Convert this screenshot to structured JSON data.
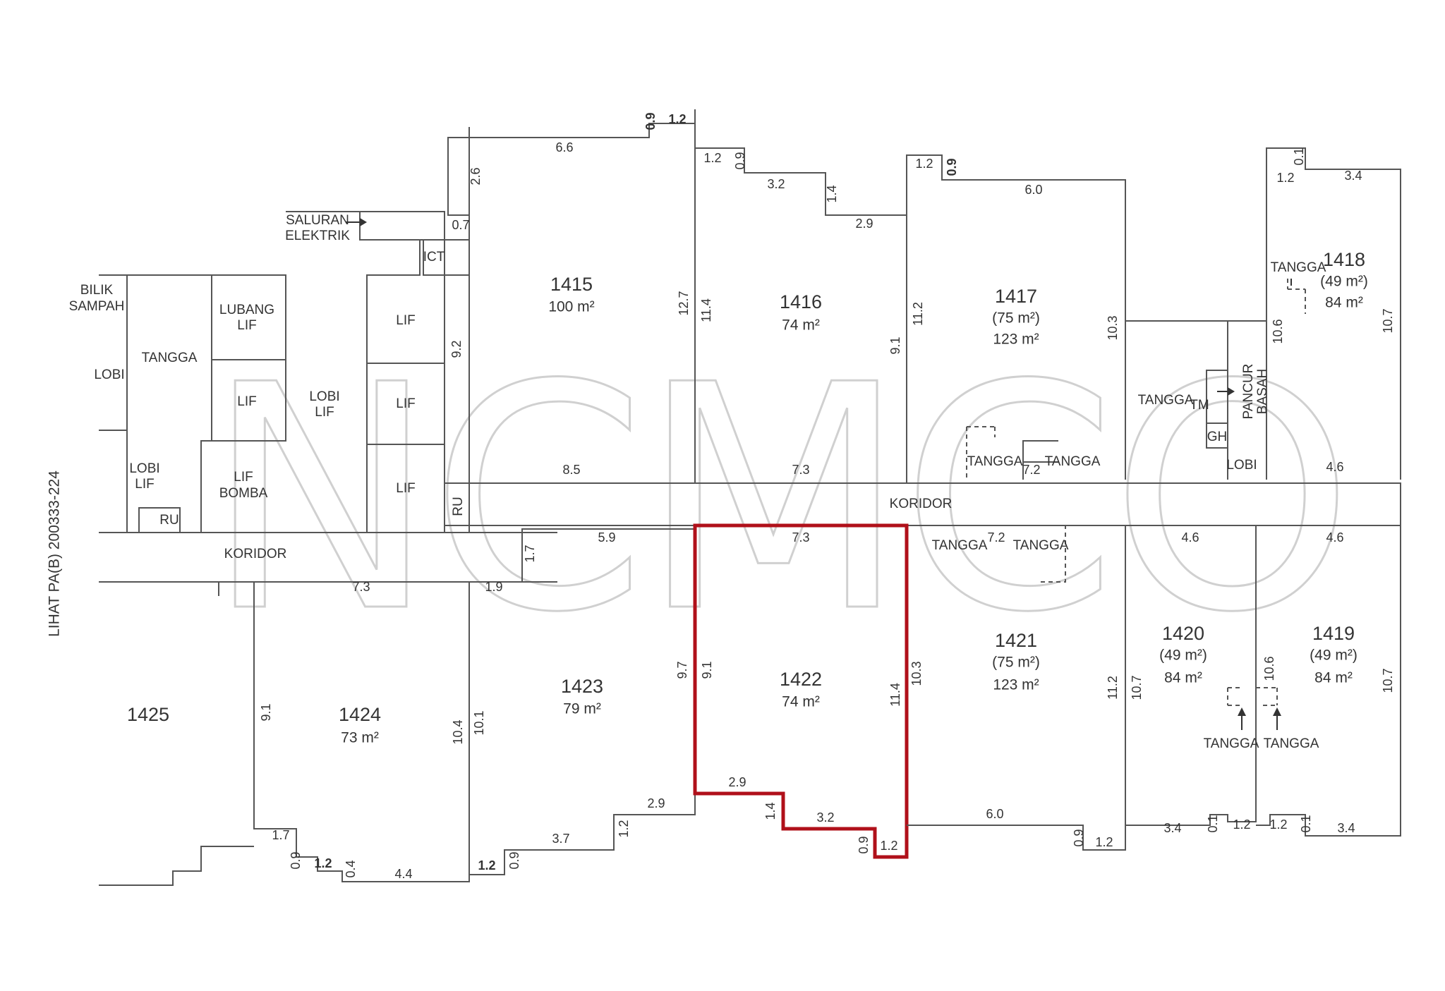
{
  "watermark": "NCMCO",
  "side_note": "LIHAT PA(B) 200333-224",
  "units": [
    {
      "id": "1415",
      "area": "100 m²"
    },
    {
      "id": "1416",
      "area": "74 m²"
    },
    {
      "id": "1417",
      "area_in": "(75 m²)",
      "area": "123 m²"
    },
    {
      "id": "1418",
      "area_in": "(49 m²)",
      "area": "84 m²"
    },
    {
      "id": "1419",
      "area_in": "(49 m²)",
      "area": "84 m²"
    },
    {
      "id": "1420",
      "area_in": "(49 m²)",
      "area": "84 m²"
    },
    {
      "id": "1421",
      "area_in": "(75 m²)",
      "area": "123 m²"
    },
    {
      "id": "1422",
      "area": "74 m²"
    },
    {
      "id": "1423",
      "area": "79 m²"
    },
    {
      "id": "1424",
      "area": "73 m²"
    },
    {
      "id": "1425"
    }
  ],
  "labels": {
    "bilik_sampah": [
      "BILIK",
      "SAMPAH"
    ],
    "lobi": "LOBI",
    "tangga": "TANGGA",
    "lubang_lif": [
      "LUBANG",
      "LIF"
    ],
    "lif": "LIF",
    "lobi_lif": [
      "LOBI",
      "LIF"
    ],
    "lif_bomba": [
      "LIF",
      "BOMBA"
    ],
    "ru": "RU",
    "koridor": "KORIDOR",
    "saluran_elektrik": [
      "SALURAN",
      "ELEKTRIK"
    ],
    "ict": "ICT",
    "pancur_basah": [
      "PANCUR",
      "BASAH"
    ],
    "gh": "GH",
    "tm": "TM"
  },
  "dimensions": {
    "d1415_top": "6.6",
    "d1415_side_a": "2.6",
    "d1415_b": "0.7",
    "d1415_c": "9.2",
    "d1415_right": "12.7",
    "top_09": "0.9",
    "top_12": "1.2",
    "d1416_a": "1.2",
    "d1416_b": "0.9",
    "d1416_c": "3.2",
    "d1416_d": "1.4",
    "d1416_e": "2.9",
    "d1416_left": "11.4",
    "d1416_right": "9.1",
    "d1417_a": "1.2",
    "d1417_b": "0.9",
    "d1417_top": "6.0",
    "d1417_left": "11.2",
    "d1417_right": "10.3",
    "d1418_a": "0.1",
    "d1418_b": "1.2",
    "d1418_c": "3.4",
    "d1418_left": "10.6",
    "d1418_right": "10.7",
    "d1418_bot": "4.6",
    "kor_85": "8.5",
    "kor_73": "7.3",
    "kor_72": "7.2",
    "kor_59": "5.9",
    "kor_17": "1.7",
    "kor_19": "1.9",
    "kor_73b": "7.3",
    "d1422_top": "7.3",
    "d1422_l1": "9.7",
    "d1422_l2": "9.1",
    "d1422_r1": "11.4",
    "d1422_r2": "10.3",
    "d1422_b1": "2.9",
    "d1422_b2": "1.4",
    "d1422_b3": "3.2",
    "d1422_b4": "0.9",
    "d1422_b5": "1.2",
    "d1421_top": "7.2",
    "d1421_bot": "6.0",
    "d1421_r": "11.2",
    "d1420_top": "4.6",
    "d1420_l": "10.7",
    "d1420_b1": "3.4",
    "d1420_b2": "0.1",
    "d1420_b3": "1.2",
    "d1420_b4": "0.9",
    "d1420_b5": "1.2",
    "d1419_top": "4.6",
    "d1419_l": "10.6",
    "d1419_r": "10.7",
    "d1419_b1": "1.2",
    "d1419_b2": "0.1",
    "d1419_b3": "3.4",
    "d1423_l": "10.1",
    "d1423_b1": "2.9",
    "d1423_b2": "1.2",
    "d1423_b3": "3.7",
    "d1423_b4": "0.9",
    "d1423_b5": "1.2",
    "d1424_l": "9.1",
    "d1424_r": "10.4",
    "d1424_b1": "1.7",
    "d1424_b2": "0.9",
    "d1424_b3": "1.2",
    "d1424_b4": "0.4",
    "d1424_b5": "4.4"
  }
}
